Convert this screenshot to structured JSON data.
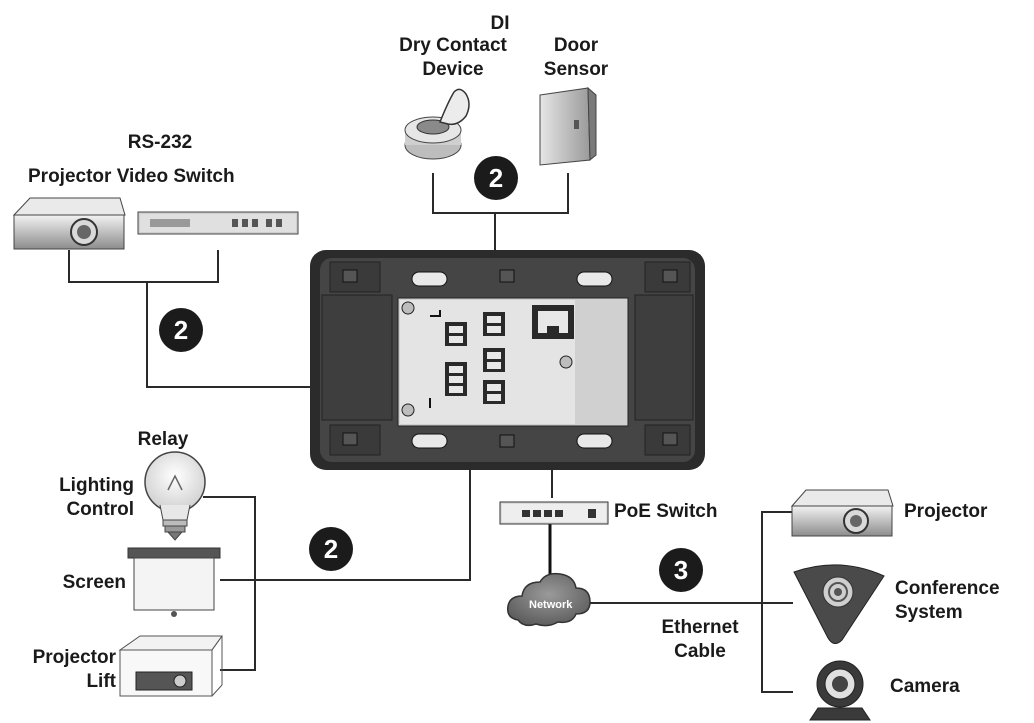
{
  "labels": {
    "di": "DI",
    "dry_contact_device": [
      "Dry Contact",
      "Device"
    ],
    "door_sensor": [
      "Door",
      "Sensor"
    ],
    "rs232": "RS-232",
    "projector_video_switch": "Projector Video Switch",
    "relay": "Relay",
    "lighting_control": [
      "Lighting",
      "Control"
    ],
    "screen": "Screen",
    "projector_lift": [
      "Projector",
      "Lift"
    ],
    "poe_switch": "PoE Switch",
    "network": "Network",
    "ethernet_cable": [
      "Ethernet",
      "Cable"
    ],
    "projector": "Projector",
    "conference_system": [
      "Conference",
      "System"
    ],
    "camera": "Camera"
  },
  "badges": {
    "di": "2",
    "rs232": "2",
    "relay": "2",
    "ethernet": "3"
  },
  "colors": {
    "line": "#2a2a2a",
    "device_light": "#d9d9d9",
    "device_dark": "#3a3a3a",
    "panel": "#2b2b2b",
    "badge": "#1b1b1b"
  }
}
